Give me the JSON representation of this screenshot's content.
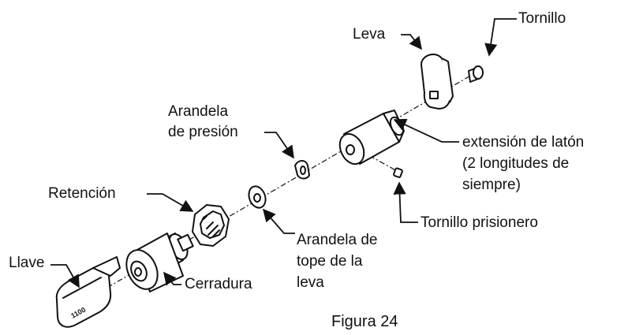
{
  "figure": {
    "caption": "Figura 24",
    "key_stamp": "1100"
  },
  "labels": {
    "tornillo": "Tornillo",
    "leva": "Leva",
    "arandela_presion_line1": "Arandela",
    "arandela_presion_line2": "de presión",
    "extension_line1": "extensión de latón",
    "extension_line2": "(2 longitudes de",
    "extension_line3": "siempre)",
    "retencion": "Retención",
    "tornillo_prisionero": "Tornillo prisionero",
    "arandela_tope_line1": "Arandela de",
    "arandela_tope_line2": "tope de la",
    "arandela_tope_line3": "leva",
    "llave": "Llave",
    "cerradura": "Cerradura"
  }
}
